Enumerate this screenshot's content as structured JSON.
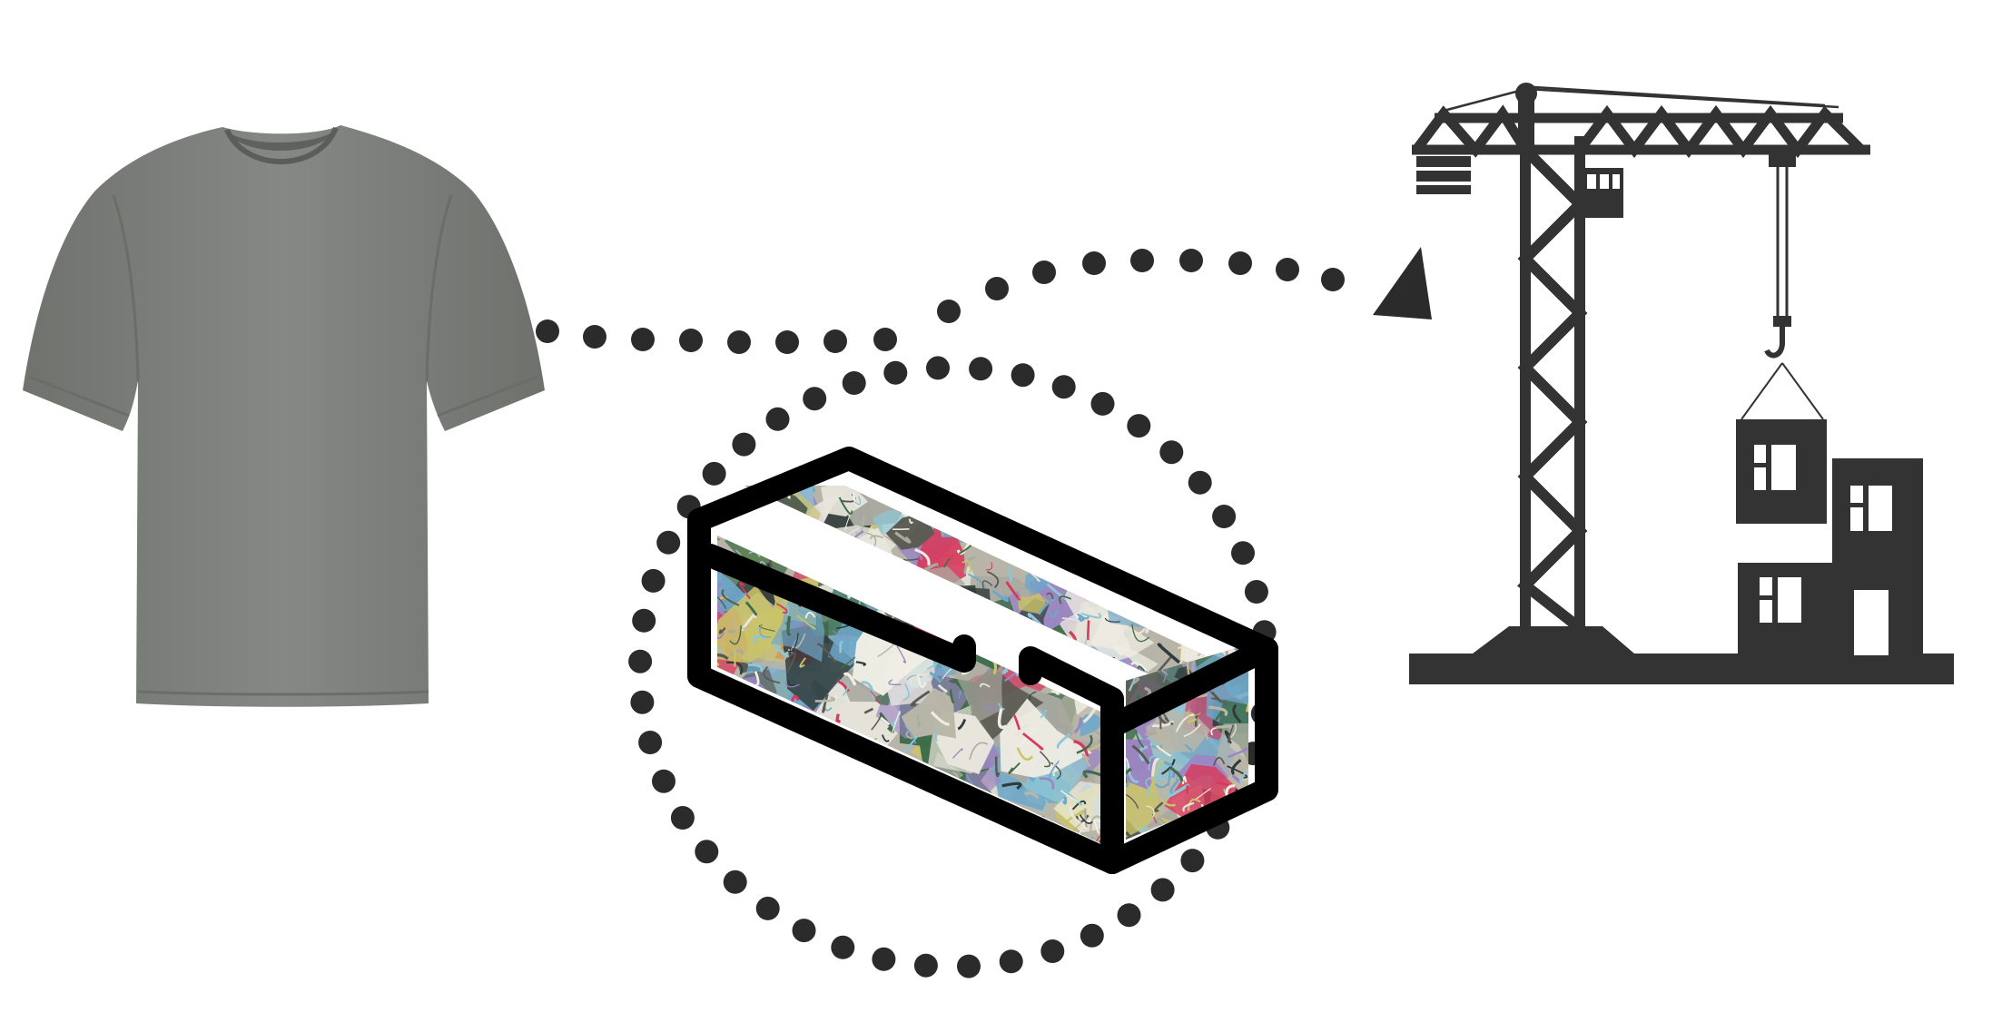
{
  "diagram": {
    "stages": [
      {
        "id": "tshirt",
        "icon": "tshirt-icon"
      },
      {
        "id": "recycled-brick",
        "icon": "fabric-brick-icon"
      },
      {
        "id": "construction",
        "icon": "crane-building-icon"
      }
    ],
    "flow": [
      "tshirt",
      "recycled-brick",
      "construction"
    ]
  },
  "colors": {
    "background": "#ffffff",
    "tshirt": "#7c7f7a",
    "tshirt_shade": "#6a6d68",
    "dots": "#2b2b2b",
    "crane": "#333333",
    "brick_outline": "#000000",
    "fabric_palette": [
      "#e8e6dc",
      "#6fa7c9",
      "#8fc6d6",
      "#d8385a",
      "#a9a9a0",
      "#3f6d4a",
      "#9b86c2",
      "#f0eee4",
      "#5a5a52",
      "#c9c36a",
      "#2f3b3a",
      "#b9b6a8"
    ]
  }
}
